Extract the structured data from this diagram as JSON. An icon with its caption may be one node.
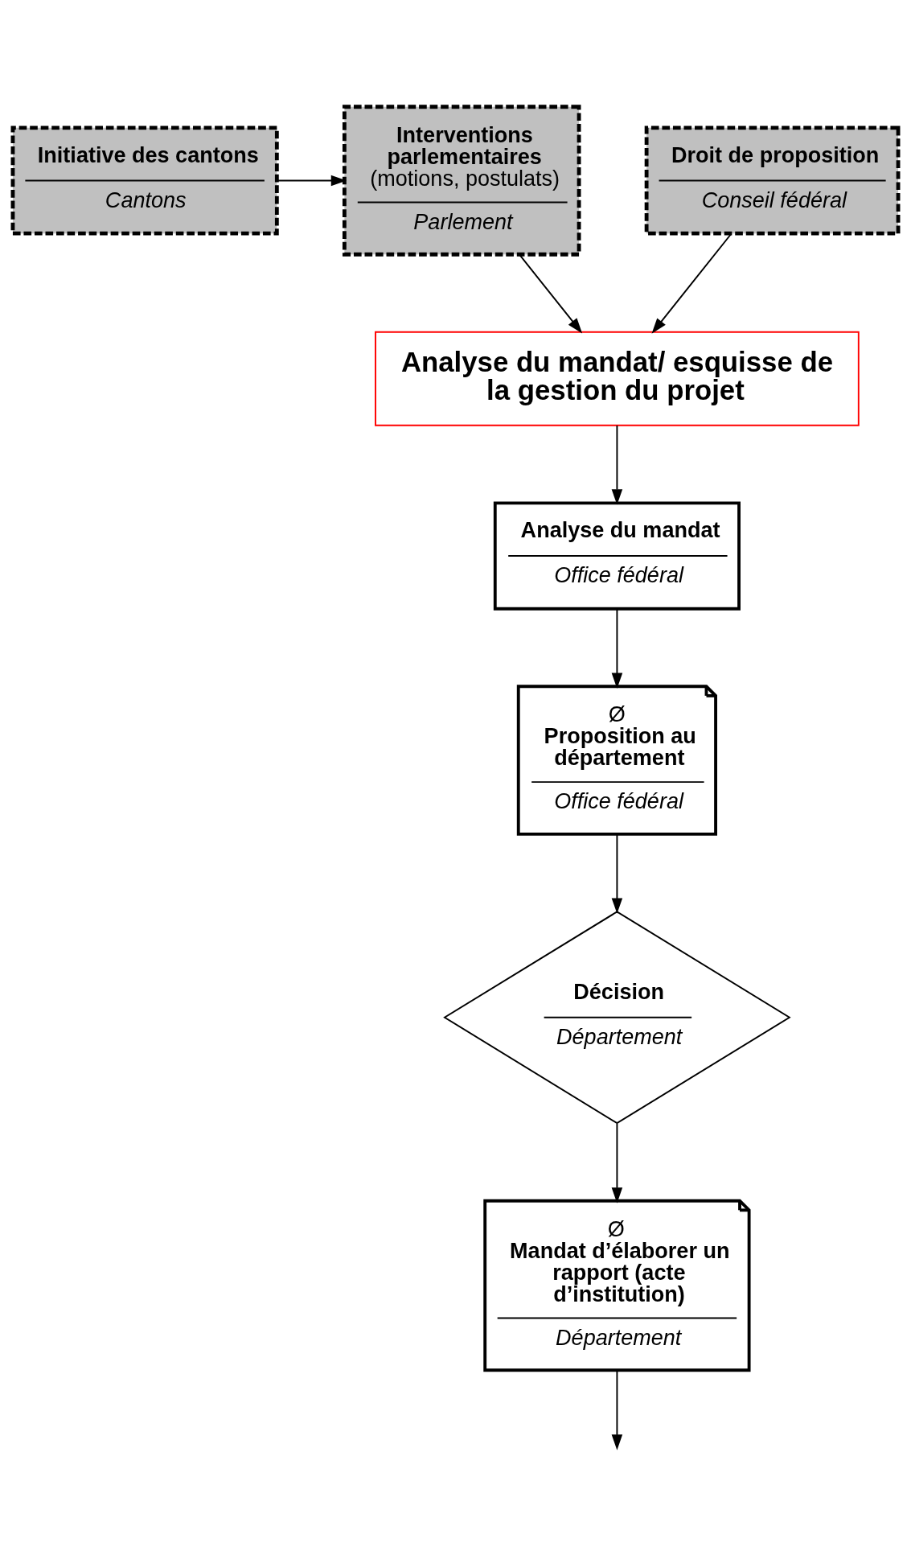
{
  "diagram": {
    "nodes": [
      {
        "text": [
          "Initiative des cantons",
          "Cantons"
        ]
      },
      {
        "text": [
          "Interventions parlementaires",
          "(motions, postulats)",
          "Parlement"
        ]
      },
      {
        "text": [
          "Droit de proposition",
          "Conseil fédéral"
        ]
      },
      {
        "text": [
          "Analyse du mandat/ esquisse de la gestion du projet"
        ]
      },
      {
        "text": [
          "Analyse du mandat",
          "Office fédéral"
        ]
      },
      {
        "text": [
          "Ø",
          "Proposition au département",
          "Office fédéral"
        ]
      },
      {
        "text": [
          "Décision",
          "Département"
        ]
      },
      {
        "text": [
          "Ø",
          "Mandat d’élaborer un rapport (acte d’institution)",
          "Département"
        ]
      }
    ],
    "edges": [
      {
        "from": 0,
        "to": 1,
        "arrow": "to"
      },
      {
        "from": 1,
        "to": 3,
        "arrow": "to"
      },
      {
        "from": 2,
        "to": 3,
        "arrow": "to"
      },
      {
        "from": 3,
        "to": 4,
        "arrow": "to"
      },
      {
        "from": 4,
        "to": 5,
        "arrow": "to"
      },
      {
        "from": 5,
        "to": 6,
        "arrow": "to"
      },
      {
        "from": 6,
        "to": 7,
        "arrow": "to"
      },
      {
        "from": 7,
        "to": null,
        "arrow": "to"
      }
    ]
  }
}
